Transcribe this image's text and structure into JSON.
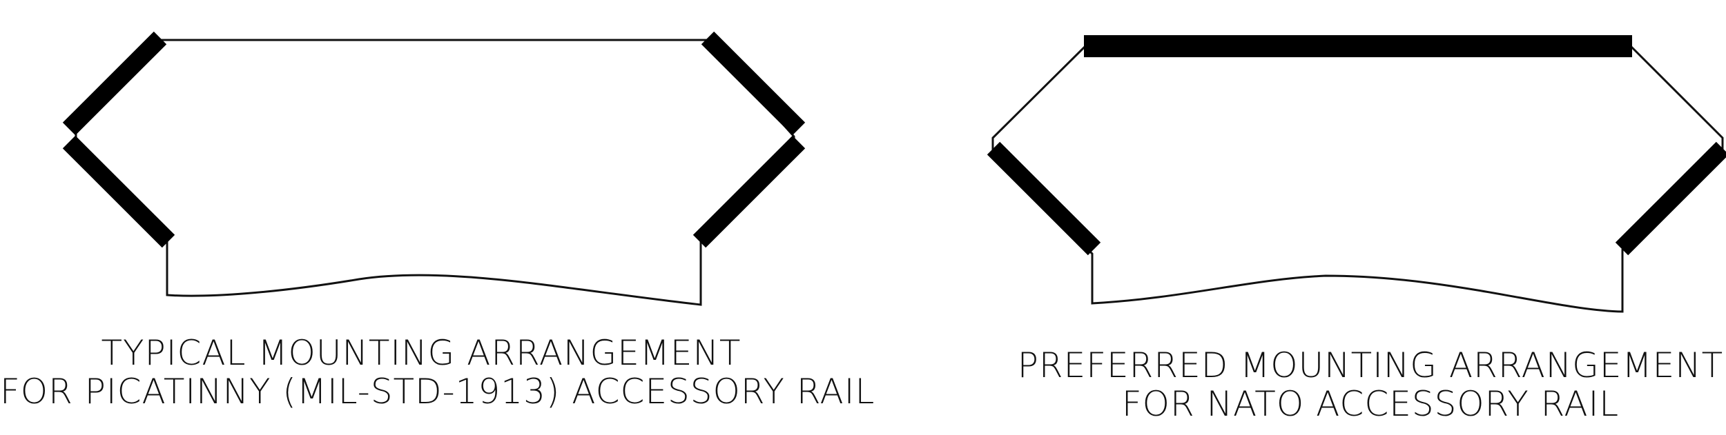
{
  "diagrams": [
    {
      "id": "picatinny",
      "caption_line1": "TYPICAL MOUNTING ARRANGEMENT",
      "caption_line2": "FOR PICATINNY (MIL-STD-1913) ACCESSORY RAIL"
    },
    {
      "id": "nato",
      "caption_line1": "PREFERRED MOUNTING ARRANGEMENT",
      "caption_line2": "FOR NATO ACCESSORY RAIL"
    }
  ],
  "colors": {
    "line": "#111111",
    "rail": "#000000",
    "background": "#ffffff"
  }
}
